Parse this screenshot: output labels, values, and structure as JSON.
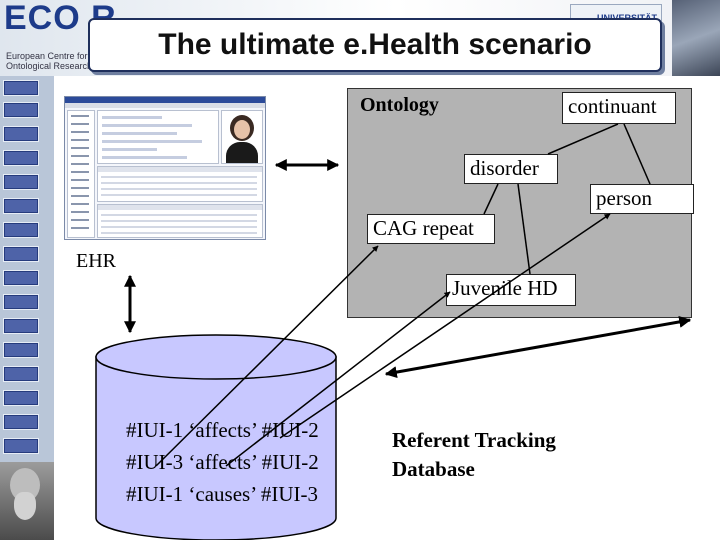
{
  "header": {
    "logo": "ECO R",
    "logo_subtitle": "European Centre for Ontological Research",
    "title": "The ultimate e.Health scenario",
    "university_logo_text": "UNIVERSITÄT"
  },
  "ehr": {
    "label": "EHR"
  },
  "ontology": {
    "label": "Ontology",
    "terms": [
      "continuant",
      "disorder",
      "person",
      "CAG repeat",
      "Juvenile HD"
    ]
  },
  "database": {
    "caption_lines": [
      "Referent Tracking",
      "Database"
    ],
    "statements": [
      "#IUI-1 ‘affects’ #IUI-2",
      "#IUI-3 ‘affects’ #IUI-2",
      "#IUI-1 ‘causes’ #IUI-3"
    ]
  },
  "colors": {
    "title_border": "#1f2f5c",
    "sidebar": "#b9c6d8",
    "sidebar_tab": "#4e63a8",
    "ontology_panel": "#b3b3b3",
    "database_fill": "#c8c8ff"
  }
}
